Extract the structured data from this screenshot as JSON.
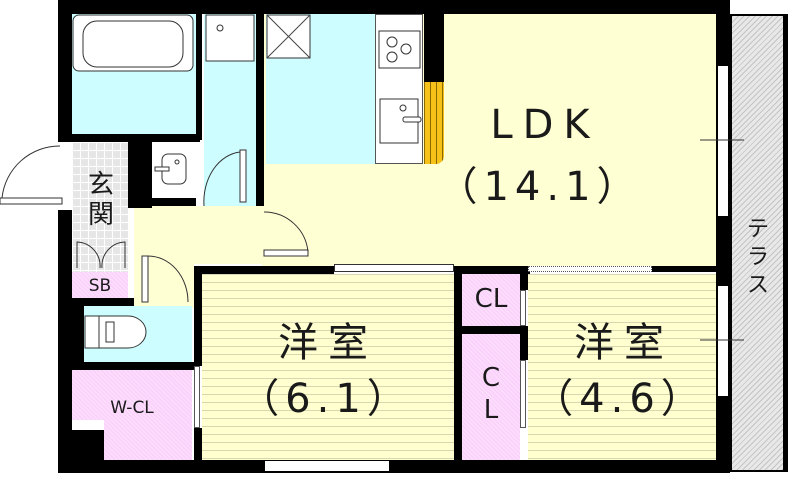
{
  "floor_plan": {
    "rooms": {
      "ldk": {
        "name": "LDK",
        "size": "（14.1）"
      },
      "western_room_1": {
        "name": "洋室",
        "size": "（6.1）"
      },
      "western_room_2": {
        "name": "洋室",
        "size": "（4.6）"
      },
      "entrance": {
        "name": "玄関"
      },
      "shoe_box": {
        "name": "SB"
      },
      "walk_in_closet": {
        "name": "W-CL"
      },
      "closet_1": {
        "name": "CL"
      },
      "closet_2": {
        "name": "C\nL"
      },
      "terrace": {
        "name": "テラス"
      }
    },
    "colors": {
      "living_floor": "#ffffd4",
      "wet_area": "#cdfdff",
      "storage": "#fbd2fb",
      "entrance_tile": "#e6e6e6",
      "terrace": "#e8e8e8",
      "counter_accent": "#f6c21a",
      "wall": "#000000"
    }
  }
}
